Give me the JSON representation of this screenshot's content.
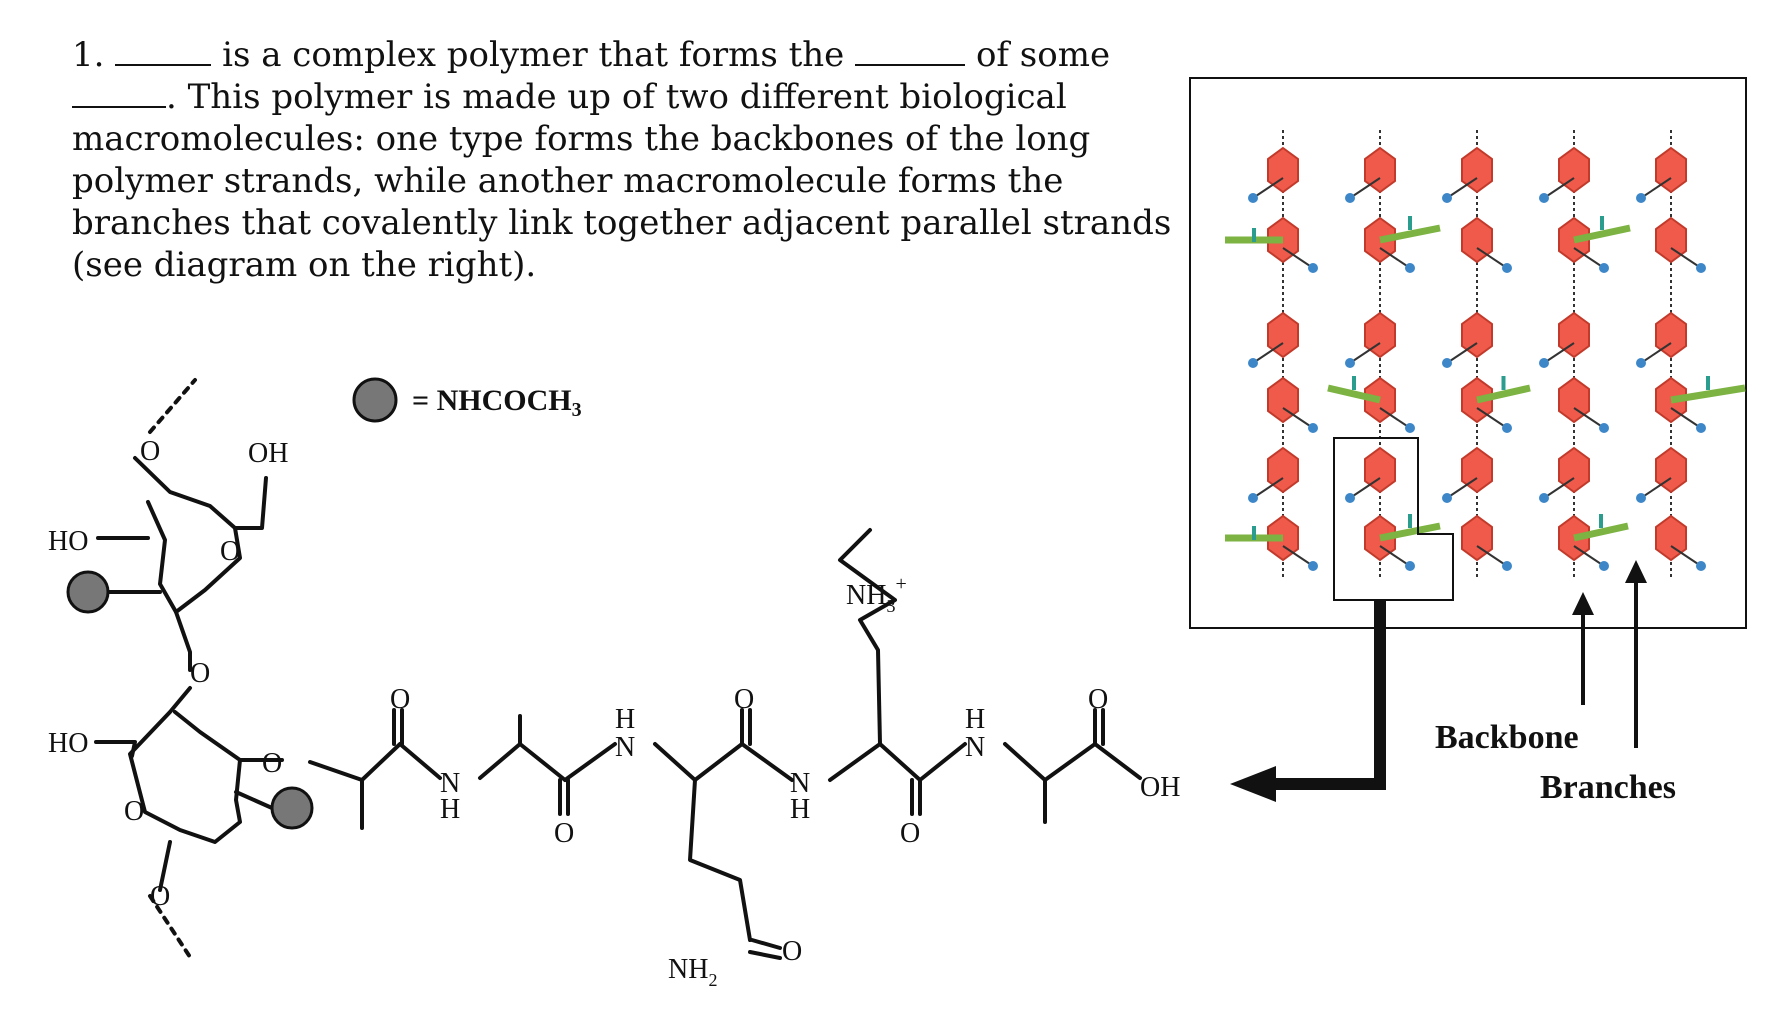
{
  "question": {
    "number": "1.",
    "line1_a": "is a complex polymer that forms the",
    "line1_b": "of some",
    "line2": ". This polymer is made up of two different biological",
    "line3": "macromolecules: one type forms the backbones of the long",
    "line4": "polymer strands, while another macromolecule forms the",
    "line5": "branches that covalently link together adjacent parallel strands",
    "line6": "(see diagram on the right)."
  },
  "legend": {
    "symbol_text": "= NHCOCH",
    "subscript": "3",
    "symbol_color": "#777777"
  },
  "structure_labels": {
    "oxygen": "O",
    "hydroxyl": "OH",
    "ho": "HO",
    "nitrogen": "N",
    "hydrogen": "H",
    "ammonium": "NH",
    "ammonium_sub": "3",
    "ammonium_sup": "+",
    "amine": "NH",
    "amine_sub": "2"
  },
  "diagram": {
    "backbone_label": "Backbone",
    "branches_label": "Branches",
    "colors": {
      "sugar": "#ef5a4a",
      "sugar_edge": "#c23a2b",
      "dot": "#3d87c8",
      "branch": "#7cb342",
      "link": "#2a9d8f"
    }
  }
}
